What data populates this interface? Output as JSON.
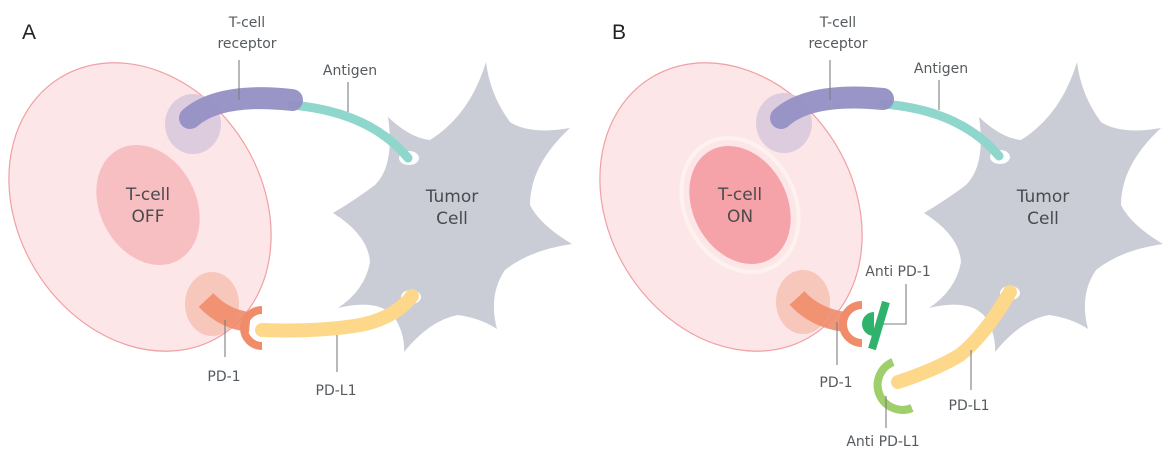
{
  "colors": {
    "tcell_fill": "#fce6e8",
    "tcell_stroke": "#f0a0a4",
    "nucleus_off": "#f8bfc3",
    "nucleus_on": "#f5a3a8",
    "tumor": "#cbcdd6",
    "tcr": "#9490c4",
    "tcr_base": "#d7c7dc",
    "antigen": "#8fd6cc",
    "pd1": "#f08c6a",
    "pd1_base": "#f7c1b3",
    "pdl1": "#fdd88a",
    "anti_pd1": "#2fb36c",
    "anti_pdl1": "#9fcf6a"
  },
  "panels": [
    {
      "letter": "A",
      "tcell_state": [
        "T-cell",
        "OFF"
      ],
      "tumor_label": [
        "Tumor",
        "Cell"
      ],
      "labels": {
        "tcr": [
          "T-cell",
          "receptor"
        ],
        "antigen": "Antigen",
        "pd1": "PD-1",
        "pdl1": "PD-L1"
      }
    },
    {
      "letter": "B",
      "tcell_state": [
        "T-cell",
        "ON"
      ],
      "tumor_label": [
        "Tumor",
        "Cell"
      ],
      "labels": {
        "tcr": [
          "T-cell",
          "receptor"
        ],
        "antigen": "Antigen",
        "pd1": "PD-1",
        "pdl1": "PD-L1",
        "anti_pd1": "Anti PD-1",
        "anti_pdl1": "Anti PD-L1"
      }
    }
  ]
}
